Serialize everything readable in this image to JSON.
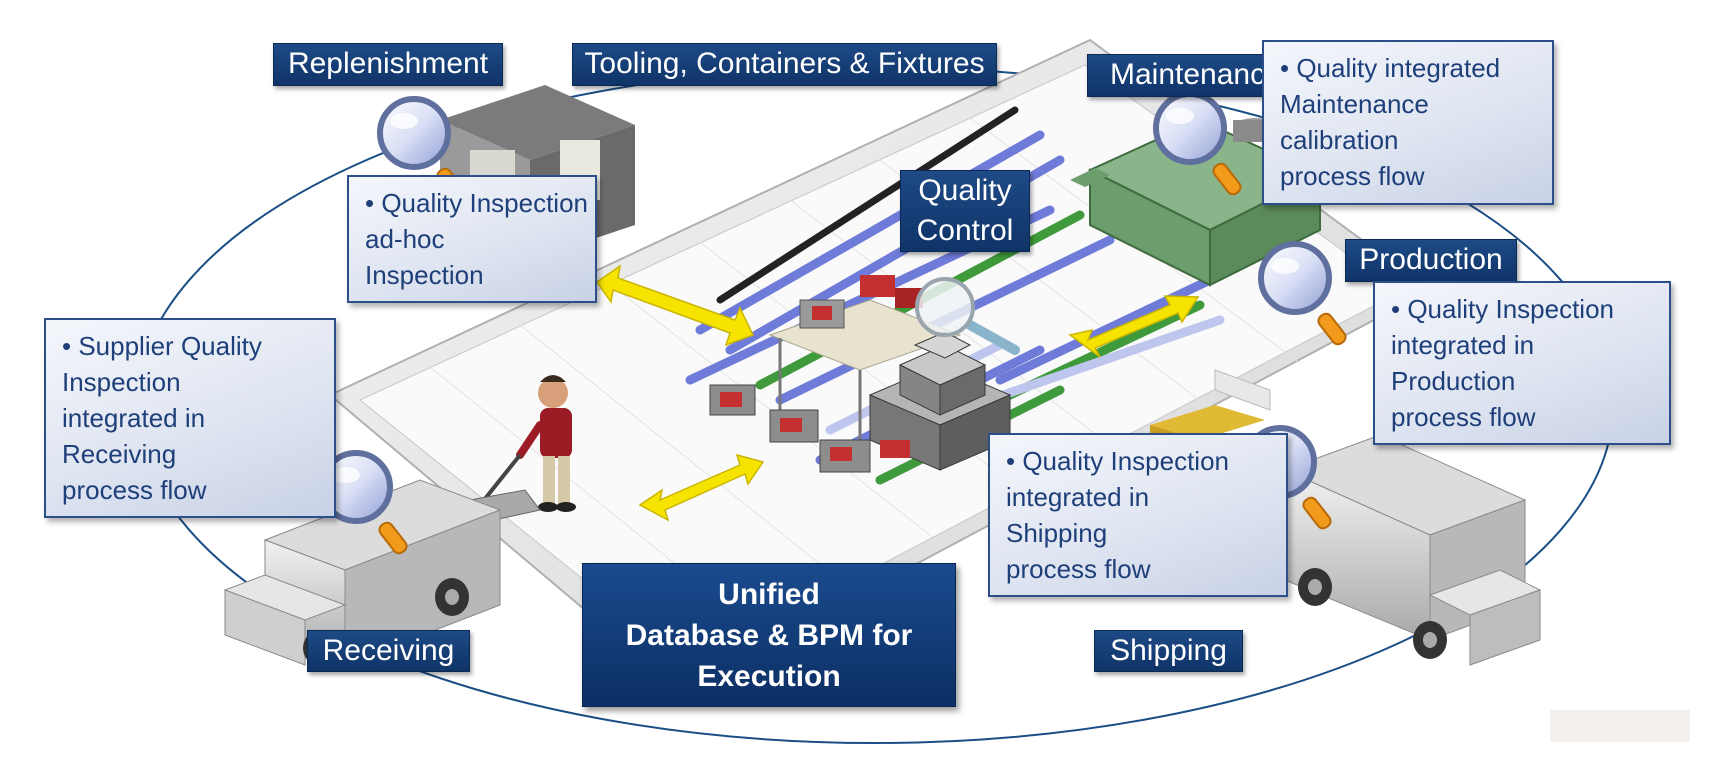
{
  "labels": {
    "replenishment": "Replenishment",
    "tooling": "Tooling, Containers & Fixtures",
    "maintenance": "Maintenance",
    "quality_control": [
      "Quality",
      "Control"
    ],
    "production": "Production",
    "receiving": "Receiving",
    "shipping": "Shipping"
  },
  "center_title": [
    "Unified",
    "Database & BPM for",
    "Execution"
  ],
  "callouts": {
    "adhoc": [
      "• Quality Inspection",
      "ad-hoc",
      "Inspection"
    ],
    "maintenance": [
      "• Quality integrated",
      "Maintenance",
      "calibration",
      "process flow"
    ],
    "supplier": [
      "• Supplier Quality",
      "Inspection",
      "integrated in",
      "Receiving",
      "process flow"
    ],
    "production": [
      "• Quality Inspection",
      "integrated in",
      "Production",
      "process flow"
    ],
    "shipping": [
      "• Quality Inspection",
      "integrated in",
      "Shipping",
      "process flow"
    ]
  },
  "colors": {
    "label_blue": "#0f3468",
    "callout_border": "#2c4f8a",
    "callout_text": "#1e3f7a",
    "arrow_yellow": "#f7e300",
    "ellipse_line": "#1b4e86",
    "magnifier_handle": "#f29a1c"
  }
}
